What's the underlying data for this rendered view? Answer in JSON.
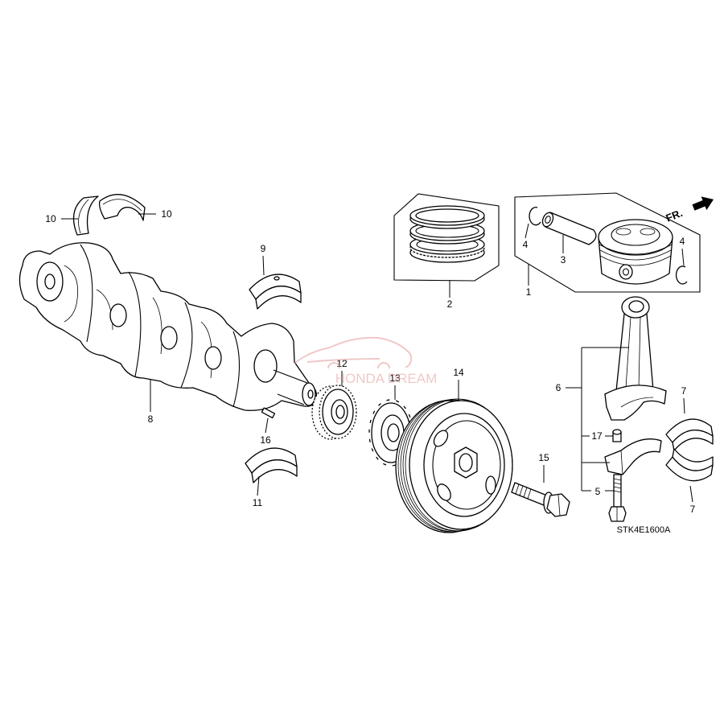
{
  "callouts": [
    "10",
    "10",
    "9",
    "8",
    "12",
    "13",
    "14",
    "16",
    "11",
    "15",
    "2",
    "1",
    "4",
    "3",
    "4",
    "6",
    "7",
    "17",
    "5",
    "7"
  ],
  "diagram_code": "STK4E1600A",
  "direction_label": "FR.",
  "watermark_text": "HONDA DREAM",
  "colors": {
    "line": "#000000",
    "background": "#ffffff",
    "watermark": "#e69a9a"
  }
}
